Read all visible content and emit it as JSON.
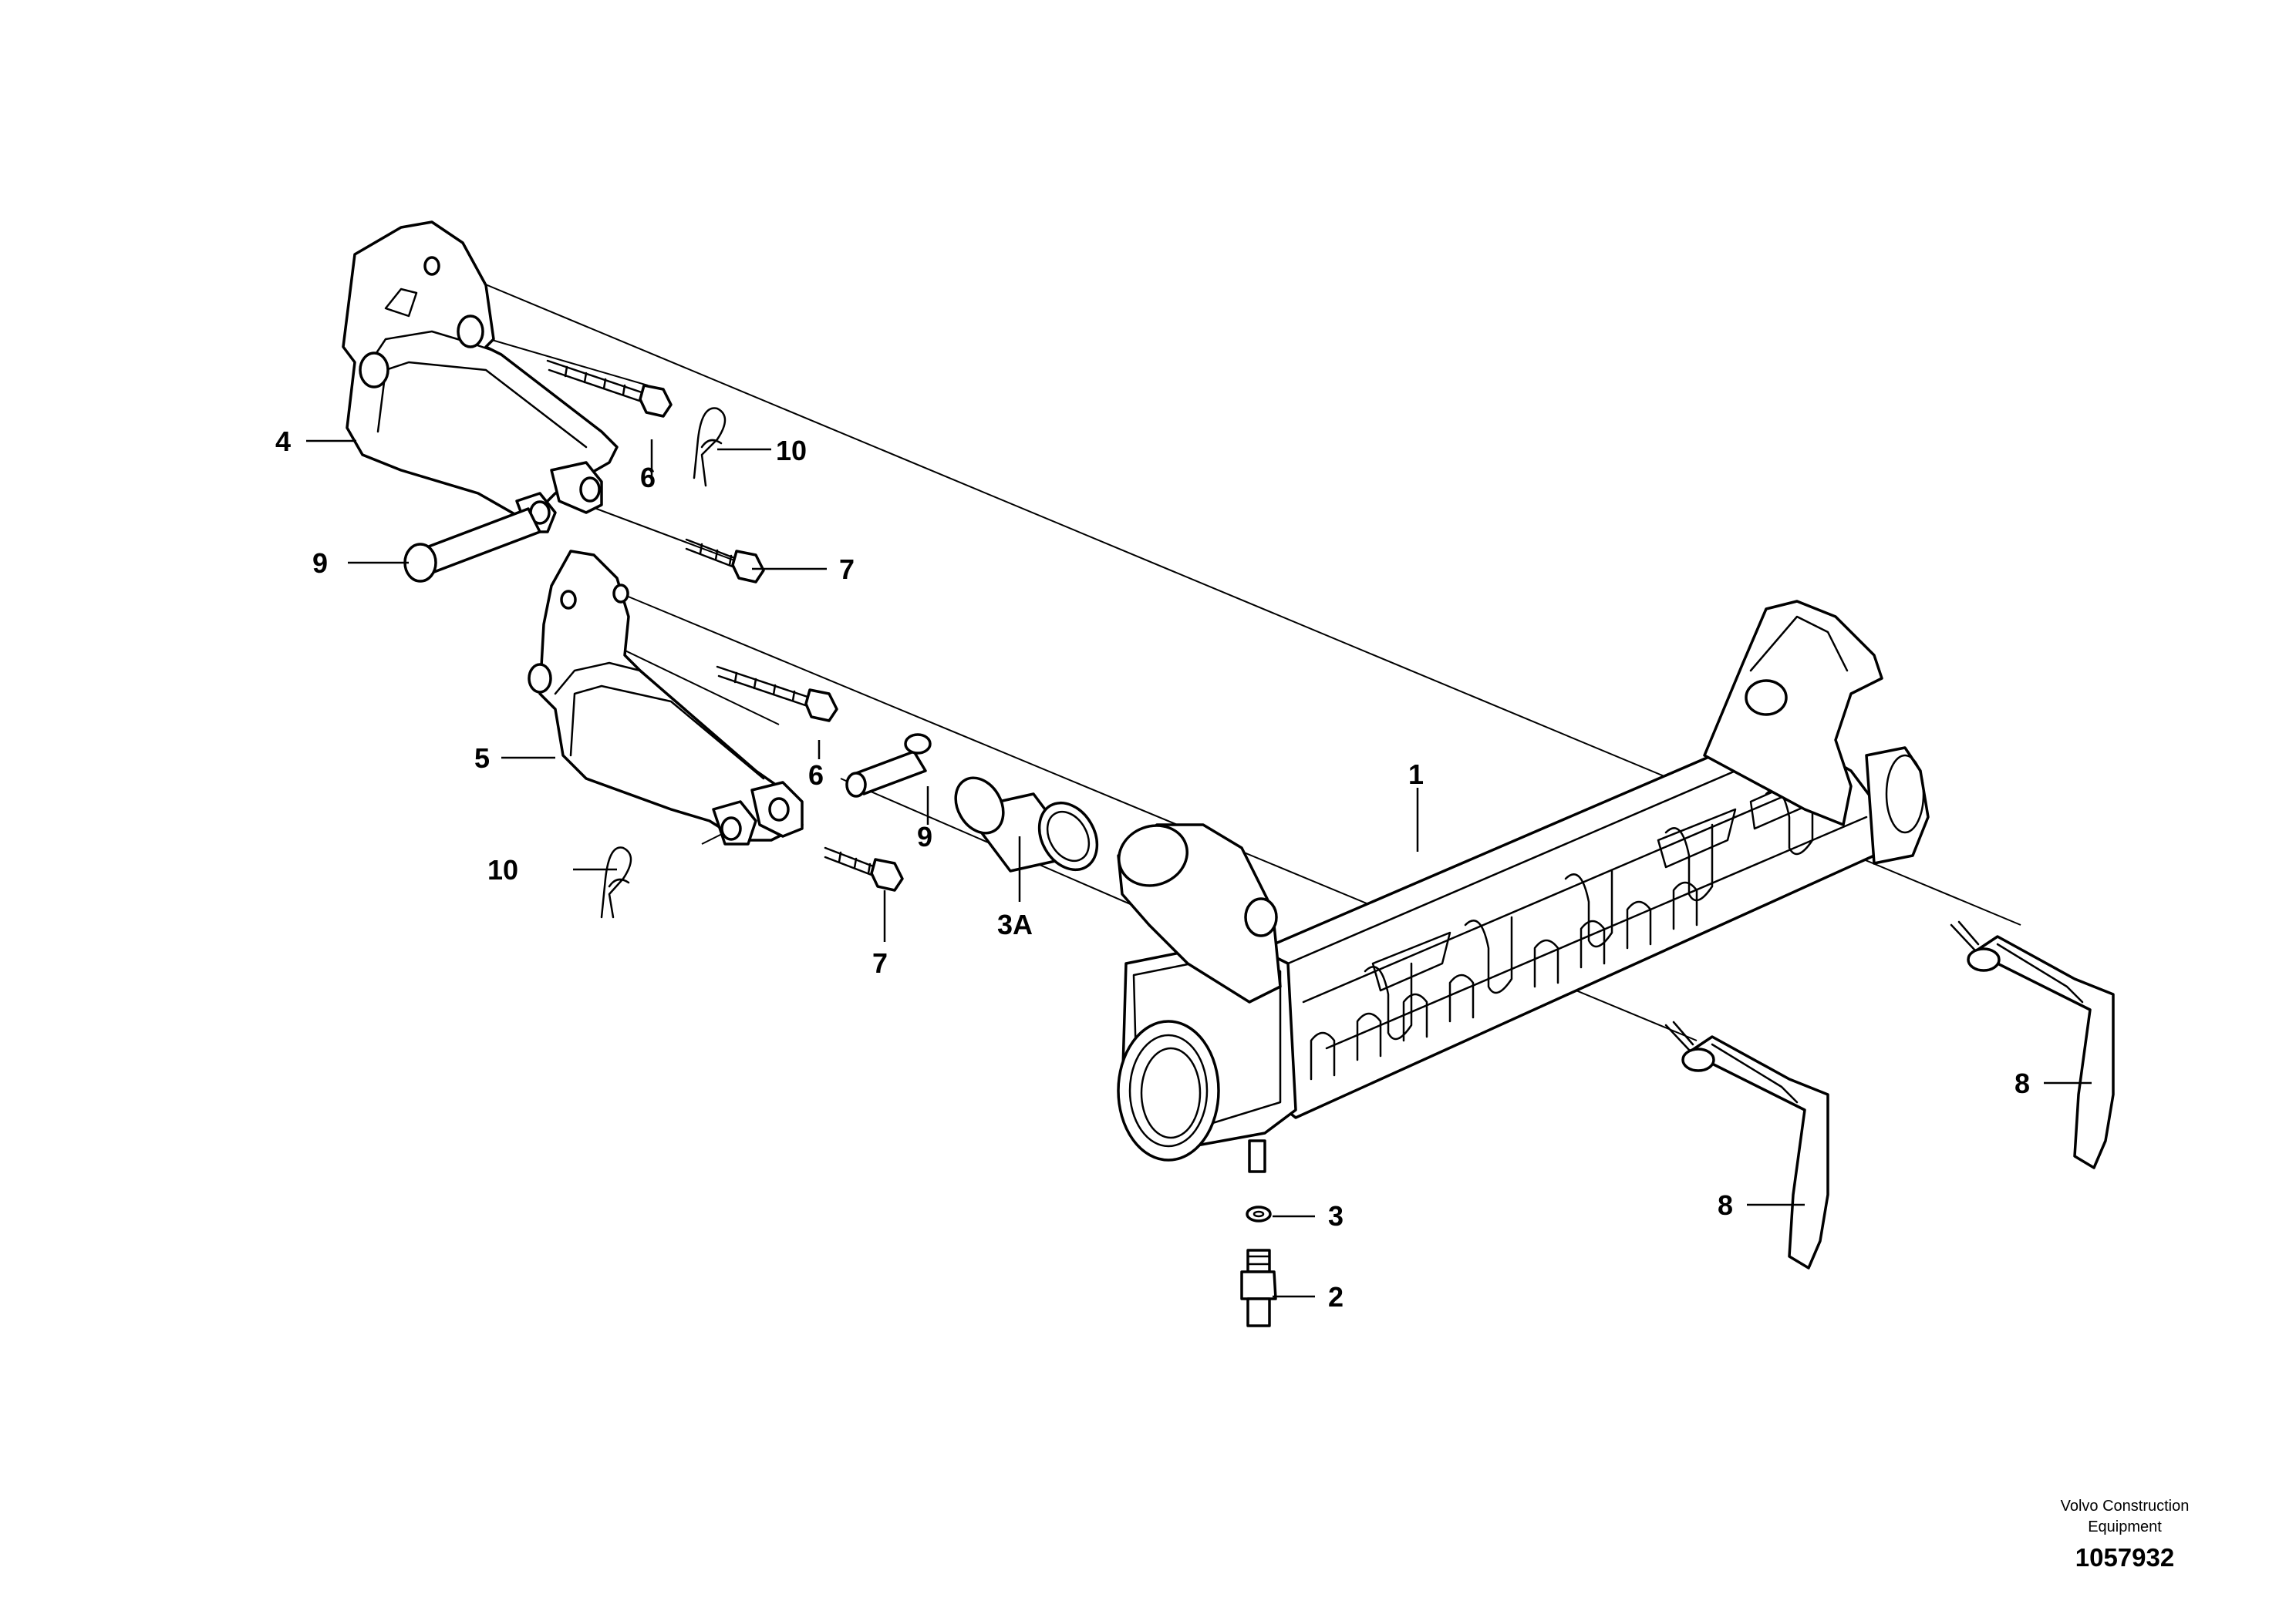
{
  "callouts": {
    "c1": "1",
    "c2": "2",
    "c3": "3",
    "c3a": "3A",
    "c4": "4",
    "c5": "5",
    "c6_upper": "6",
    "c6_lower": "6",
    "c7_upper": "7",
    "c7_lower": "7",
    "c8_right": "8",
    "c8_center": "8",
    "c9_upper": "9",
    "c9_lower": "9",
    "c10_upper": "10",
    "c10_lower": "10"
  },
  "footer": {
    "brand_line1": "Volvo Construction",
    "brand_line2": "Equipment",
    "doc_number": "1057932"
  }
}
